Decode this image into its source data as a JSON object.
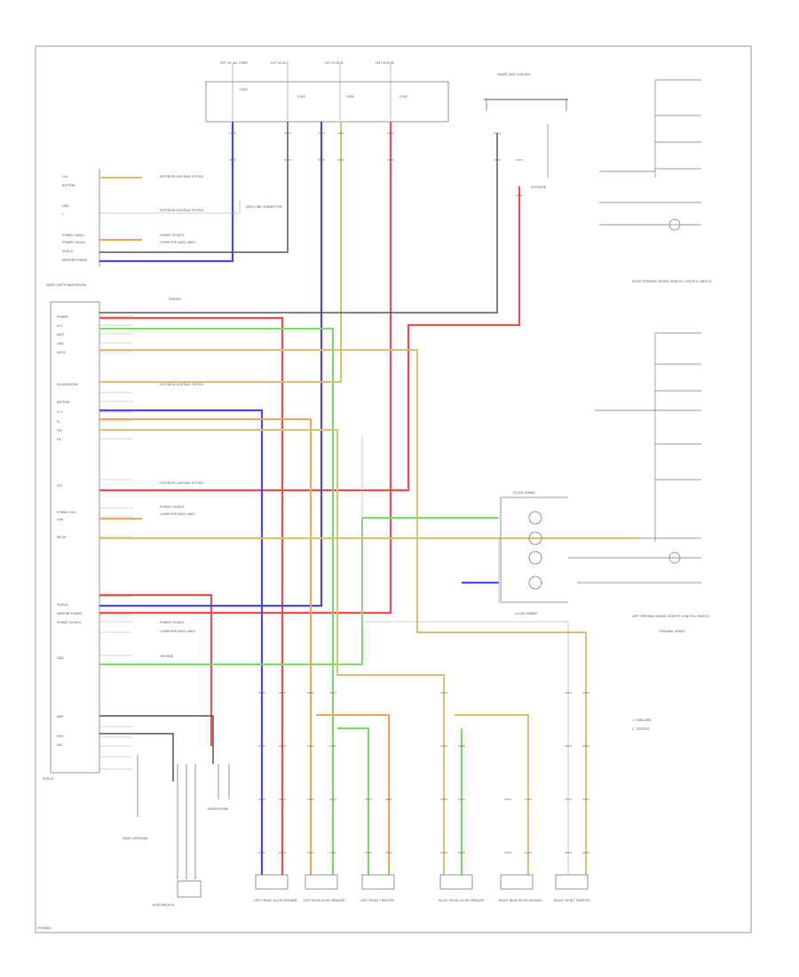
{
  "colors": {
    "red": "#e85050",
    "blue": "#4848e8",
    "green": "#7ad86a",
    "orange": "#f2a450",
    "yellow_tan": "#d8c070",
    "dark": "#444444",
    "pink": "#f0a0a0",
    "gray": "#999999"
  },
  "labels": {
    "left_upper_pins": [
      "CLK",
      "BATTERY",
      "GND",
      "L",
      "POWER CAN(L)",
      "POWER CAN(H)",
      "SHIELD",
      "MEMORY POWER"
    ],
    "left_upper_notes": [
      "EXTERIOR LIGHTING SYSTEM",
      "EXTERIOR LIGHTING SYSTEM",
      "DATA LINK CONNECTOR",
      "POWER SOURCE",
      "COMPUTER DATA LINES"
    ],
    "module_title": "RADIO (WITH NAVIGATION)",
    "module_connector": "CENTER",
    "left_main_pins": [
      "POWER",
      "ACC",
      "BATT",
      "GND",
      "MUTE",
      "ILLUMINATION",
      "BATTERY",
      "FL+",
      "FL-",
      "FR+",
      "FR-",
      "EXT",
      "POWER CAN",
      "CAN",
      "RELAY",
      "SHIELD",
      "MEMORY POWER",
      "POWER SOURCE",
      "GND",
      "AMP",
      "MIC+",
      "MIC-"
    ],
    "left_main_notes": [
      "EXTERIOR LIGHTING SYSTEM",
      "EXTERIOR LIGHTING SYSTEM",
      "POWER SOURCE",
      "COMPUTER DATA LINES",
      "POWER SOURCE",
      "GROUND",
      "COMPUTER DATA LINES"
    ],
    "bottom_left_caption": "SHIELD",
    "bottom_left_parts": [
      "RADIO ANTENNA",
      "AUX/USB JACK",
      "MICROPHONE"
    ],
    "top_fuses": [
      "HOT AT ALL TIMES",
      "HOT IN ACC",
      "HOT IN RUN",
      "HOT IN RUN"
    ],
    "top_fuse_notes": [
      "FUSE",
      "FUSE",
      "FUSE",
      "FUSE"
    ],
    "top_right_title": "SMART JUNCTION BOX",
    "top_right_note": "EXTERIOR",
    "switch_block_top": "RIGHT STEERING WHEEL REMOTE CONTROL SWITCH",
    "switch_block_bottom": "LEFT STEERING WHEEL REMOTE CONTROL SWITCH",
    "steering_wheel_label": "STEERING WHEEL",
    "clock_spring_label": "CLOCK SPRING",
    "clock_spring_caption": "CLOCK SPRING",
    "bottom_speakers": [
      "LEFT FRONT DOOR SPEAKER",
      "LEFT REAR DOOR SPEAKER",
      "LEFT FRONT TWEETER",
      "RIGHT FRONT DOOR SPEAKER",
      "RIGHT REAR DOOR SPEAKER",
      "RIGHT FRONT TWEETER"
    ],
    "legend": [
      "1. SHIELDED",
      "2. TWISTED"
    ],
    "footer": "HYUNDAI"
  }
}
